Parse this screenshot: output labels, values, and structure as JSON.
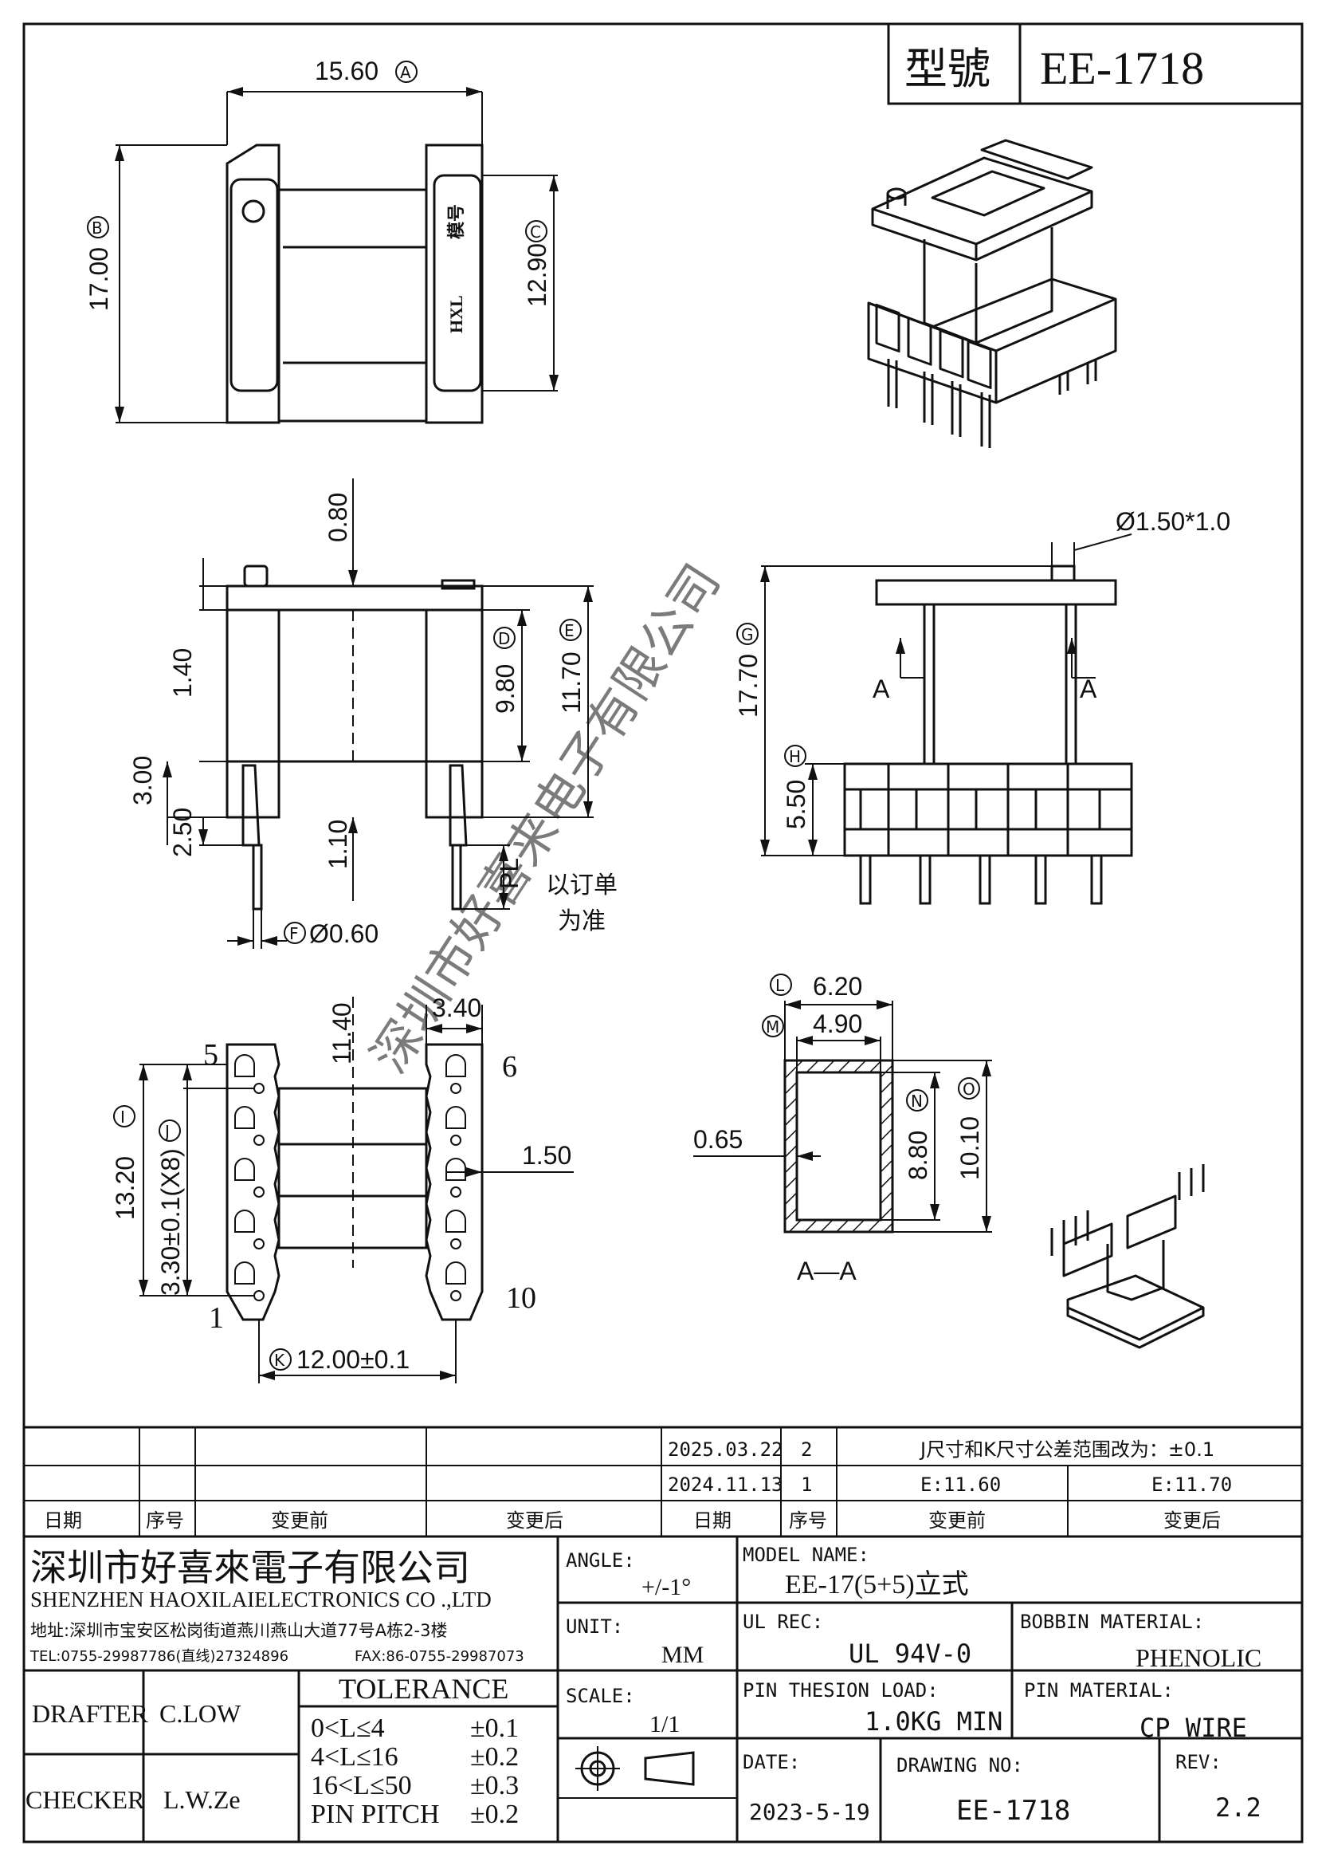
{
  "title_box": {
    "label": "型號",
    "value": "EE-1718"
  },
  "watermark": "深圳市好喜来电子有限公司",
  "top_view": {
    "width": "15.60",
    "width_ref": "A",
    "height": "17.00",
    "height_ref": "B",
    "inner_height": "12.90",
    "inner_height_ref": "C",
    "mark_text": "HXL",
    "mark_text2": "模号"
  },
  "side_view": {
    "top_step": "0.80",
    "flange": "1.40",
    "inner": "9.80",
    "inner_ref": "D",
    "outer": "11.70",
    "outer_ref": "E",
    "base": "3.00",
    "base2": "2.50",
    "gap": "1.10",
    "pin_len": "PL",
    "pin_note_1": "以订单",
    "pin_note_2": "为准",
    "pin_dia_ref": "F",
    "pin_dia": "Ø0.60"
  },
  "front_view": {
    "hole": "Ø1.50*1.0",
    "height": "17.70",
    "height_ref": "G",
    "base": "5.50",
    "base_ref": "H",
    "section_a": "A"
  },
  "bottom_view": {
    "width": "11.40",
    "slot": "3.40",
    "pitch_total": "13.20",
    "pitch_total_ref": "I",
    "pitch": "3.30±0.1(X8)",
    "pitch_ref": "J",
    "offset": "1.50",
    "span": "12.00±0.1",
    "span_ref": "K",
    "pin_5": "5",
    "pin_6": "6",
    "pin_1": "1",
    "pin_10": "10"
  },
  "section_view": {
    "outer_w": "6.20",
    "outer_w_ref": "L",
    "inner_w": "4.90",
    "inner_w_ref": "M",
    "wall": "0.65",
    "inner_h": "8.80",
    "inner_h_ref": "N",
    "outer_h": "10.10",
    "outer_h_ref": "O",
    "label": "A—A"
  },
  "revisions": [
    {
      "date": "2025.03.22",
      "no": "2",
      "note": "J尺寸和K尺寸公差范围改为：±0.1"
    },
    {
      "date": "2024.11.13",
      "no": "1",
      "before": "E:11.60",
      "after": "E:11.70"
    }
  ],
  "revision_headers": [
    "日期",
    "序号",
    "变更前",
    "变更后",
    "日期",
    "序号",
    "变更前",
    "变更后"
  ],
  "company": {
    "name_cn": "深圳市好喜來電子有限公司",
    "name_en": "SHENZHEN HAOXILAIELECTRONICS CO .,LTD",
    "address": "地址:深圳市宝安区松岗街道燕川燕山大道77号A栋2-3楼",
    "tel": "TEL:0755-29987786(直线)27324896",
    "fax": "FAX:86-0755-29987073"
  },
  "title_block": {
    "angle_label": "ANGLE:",
    "angle_value": "+/-1°",
    "unit_label": "UNIT:",
    "unit_value": "MM",
    "scale_label": "SCALE:",
    "scale_value": "1/1",
    "model_label": "MODEL NAME:",
    "model_value": "EE-17(5+5)立式",
    "ul_label": "UL REC:",
    "ul_value": "UL 94V-0",
    "bobbin_label": "BOBBIN MATERIAL:",
    "bobbin_value": "PHENOLIC",
    "pin_load_label": "PIN THESION LOAD:",
    "pin_load_value": "1.0KG MIN",
    "pin_material_label": "PIN MATERIAL:",
    "pin_material_value": "CP  WIRE",
    "date_label": "DATE:",
    "date_value": "2023-5-19",
    "drawing_label": "DRAWING NO:",
    "drawing_value": "EE-1718",
    "rev_label": "REV:",
    "rev_value": "2.2",
    "drafter_label": "DRAFTER",
    "drafter_value": "C.LOW",
    "checker_label": "CHECKER",
    "checker_value": "L.W.Ze",
    "tolerance_title": "TOLERANCE",
    "tolerances": [
      {
        "range": "0<L≤4",
        "value": "±0.1"
      },
      {
        "range": "4<L≤16",
        "value": "±0.2"
      },
      {
        "range": "16<L≤50",
        "value": "±0.3"
      },
      {
        "range": "PIN PITCH",
        "value": "±0.2"
      }
    ]
  }
}
